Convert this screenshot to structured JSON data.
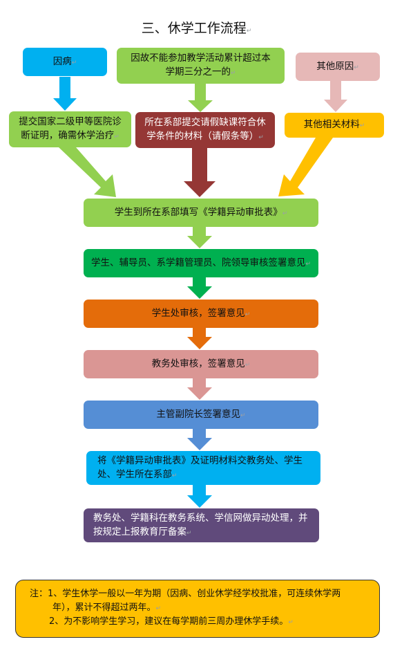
{
  "title": "三、休学工作流程",
  "paragraph_mark": "↵",
  "colors": {
    "cyan": "#00b0f0",
    "green_light": "#92d050",
    "pink": "#e6b8b7",
    "dark_red": "#953735",
    "amber": "#ffc000",
    "green_dark": "#00b050",
    "orange": "#e46c0a",
    "rose": "#da9694",
    "blue": "#558ed5",
    "purple": "#604a7b"
  },
  "nodes": {
    "reason_illness": "因病",
    "reason_absence": "因故不能参加教学活动累计超过本学期三分之一的",
    "reason_other": "其他原因",
    "doc_hospital": "提交国家二级甲等医院诊断证明，确需休学治疗",
    "doc_leave": "所在系部提交请假缺课符合休学条件的材料（请假条等）",
    "doc_other": "其他相关材料",
    "step_form": "学生到所在系部填写《学籍异动审批表》",
    "step_review": "学生、辅导员、系学籍管理员、院领导审核签署意见",
    "step_student_office": "学生处审核，签署意见",
    "step_academic_office": "教务处审核，签署意见",
    "step_vice_president": "主管副院长签署意见",
    "step_submit": "将《学籍异动审批表》及证明材料交教务处、学生处、学生所在系部",
    "step_system": "教务处、学籍科在教务系统、学信网做异动处理，并按规定上报教育厅备案"
  },
  "note": {
    "line1": "注：1、学生休学一般以一年为期（因病、创业休学经学校批准，可连续休学两",
    "line2": "年），累计不得超过两年。",
    "line3": "2、为不影响学生学习，建议在每学期前三周办理休学手续。"
  }
}
